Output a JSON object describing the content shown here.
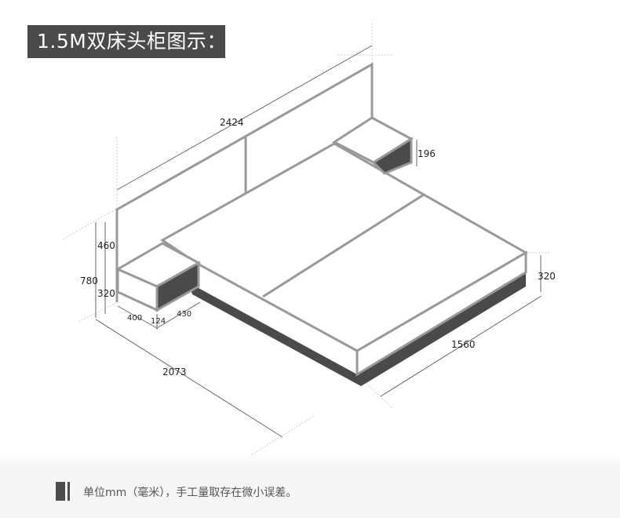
{
  "title": "1.5M双床头柜图示：",
  "dimensions": {
    "headboard_width": "2424",
    "nightstand_height_right": "196",
    "bed_height": "320",
    "bed_length": "1560",
    "total_length": "2073",
    "headboard_upper": "460",
    "total_height": "780",
    "nightstand_height_left": "320",
    "nightstand_depth": "400",
    "gap": "124",
    "nightstand_width": "430"
  },
  "footer_note": "单位mm（毫米），手工量取存在微小误差。",
  "colors": {
    "frame": "#999999",
    "dark": "#4a4a4a",
    "title_bg": "#4a4a4a"
  }
}
